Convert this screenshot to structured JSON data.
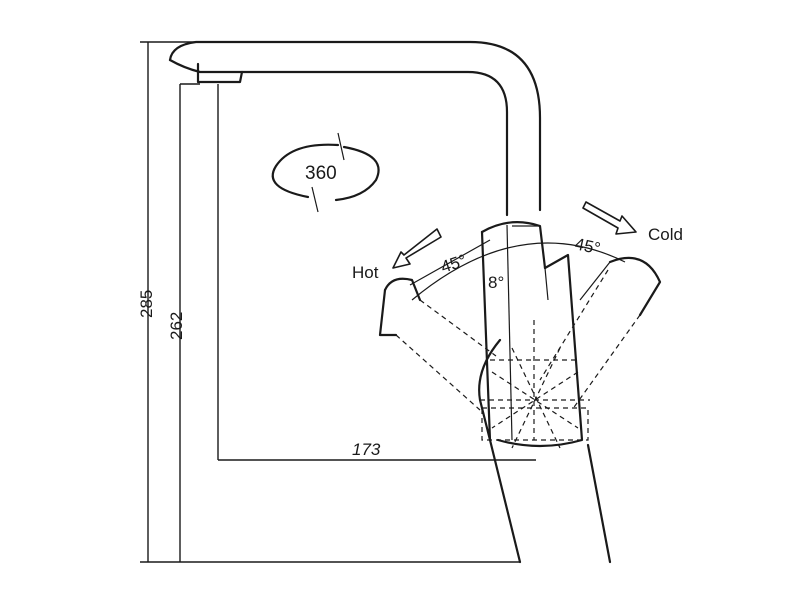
{
  "dimensions": {
    "overall_height": "285",
    "spout_height": "262",
    "spout_reach": "173"
  },
  "rotation": {
    "label": "360"
  },
  "handle": {
    "hot_label": "Hot",
    "cold_label": "Cold",
    "hot_angle": "45°",
    "cold_angle": "45°",
    "tilt_angle": "8°"
  },
  "icons": [
    "rotation-arrow-icon",
    "hot-direction-arrow-icon",
    "cold-direction-arrow-icon"
  ]
}
